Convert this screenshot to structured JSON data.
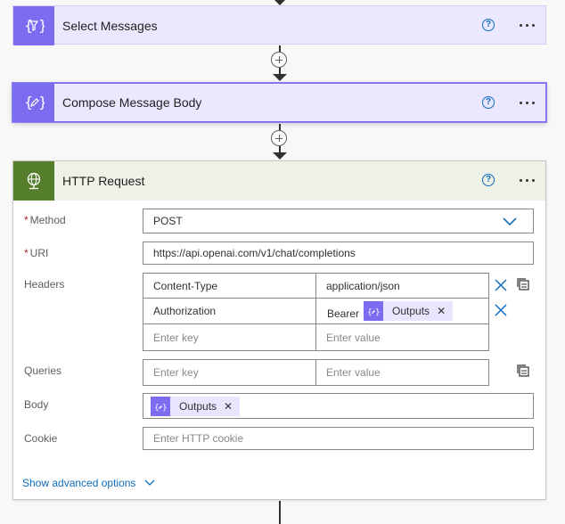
{
  "colors": {
    "select_accent": "#7b6cf0",
    "select_header_bg": "#ebe7ff",
    "http_accent": "#547e2b",
    "http_header_bg": "#eef1e6",
    "link_blue": "#0f6cbd"
  },
  "cards": {
    "select": {
      "title": "Select Messages",
      "icon": "data-select-icon"
    },
    "compose": {
      "title": "Compose Message Body",
      "icon": "data-compose-icon"
    },
    "http": {
      "title": "HTTP Request",
      "icon": "globe-icon"
    }
  },
  "http": {
    "method": {
      "label": "Method",
      "required_mark": "*",
      "value": "POST"
    },
    "uri": {
      "label": "URI",
      "required_mark": "*",
      "value": "https://api.openai.com/v1/chat/completions"
    },
    "headers": {
      "label": "Headers",
      "rows": [
        {
          "key": "Content-Type",
          "value": "application/json"
        },
        {
          "key": "Authorization",
          "value_prefix": "Bearer",
          "token": "Outputs"
        }
      ],
      "key_placeholder": "Enter key",
      "value_placeholder": "Enter value"
    },
    "queries": {
      "label": "Queries",
      "key_placeholder": "Enter key",
      "value_placeholder": "Enter value"
    },
    "body": {
      "label": "Body",
      "token": "Outputs"
    },
    "cookie": {
      "label": "Cookie",
      "placeholder": "Enter HTTP cookie"
    },
    "show_advanced": "Show advanced options"
  }
}
